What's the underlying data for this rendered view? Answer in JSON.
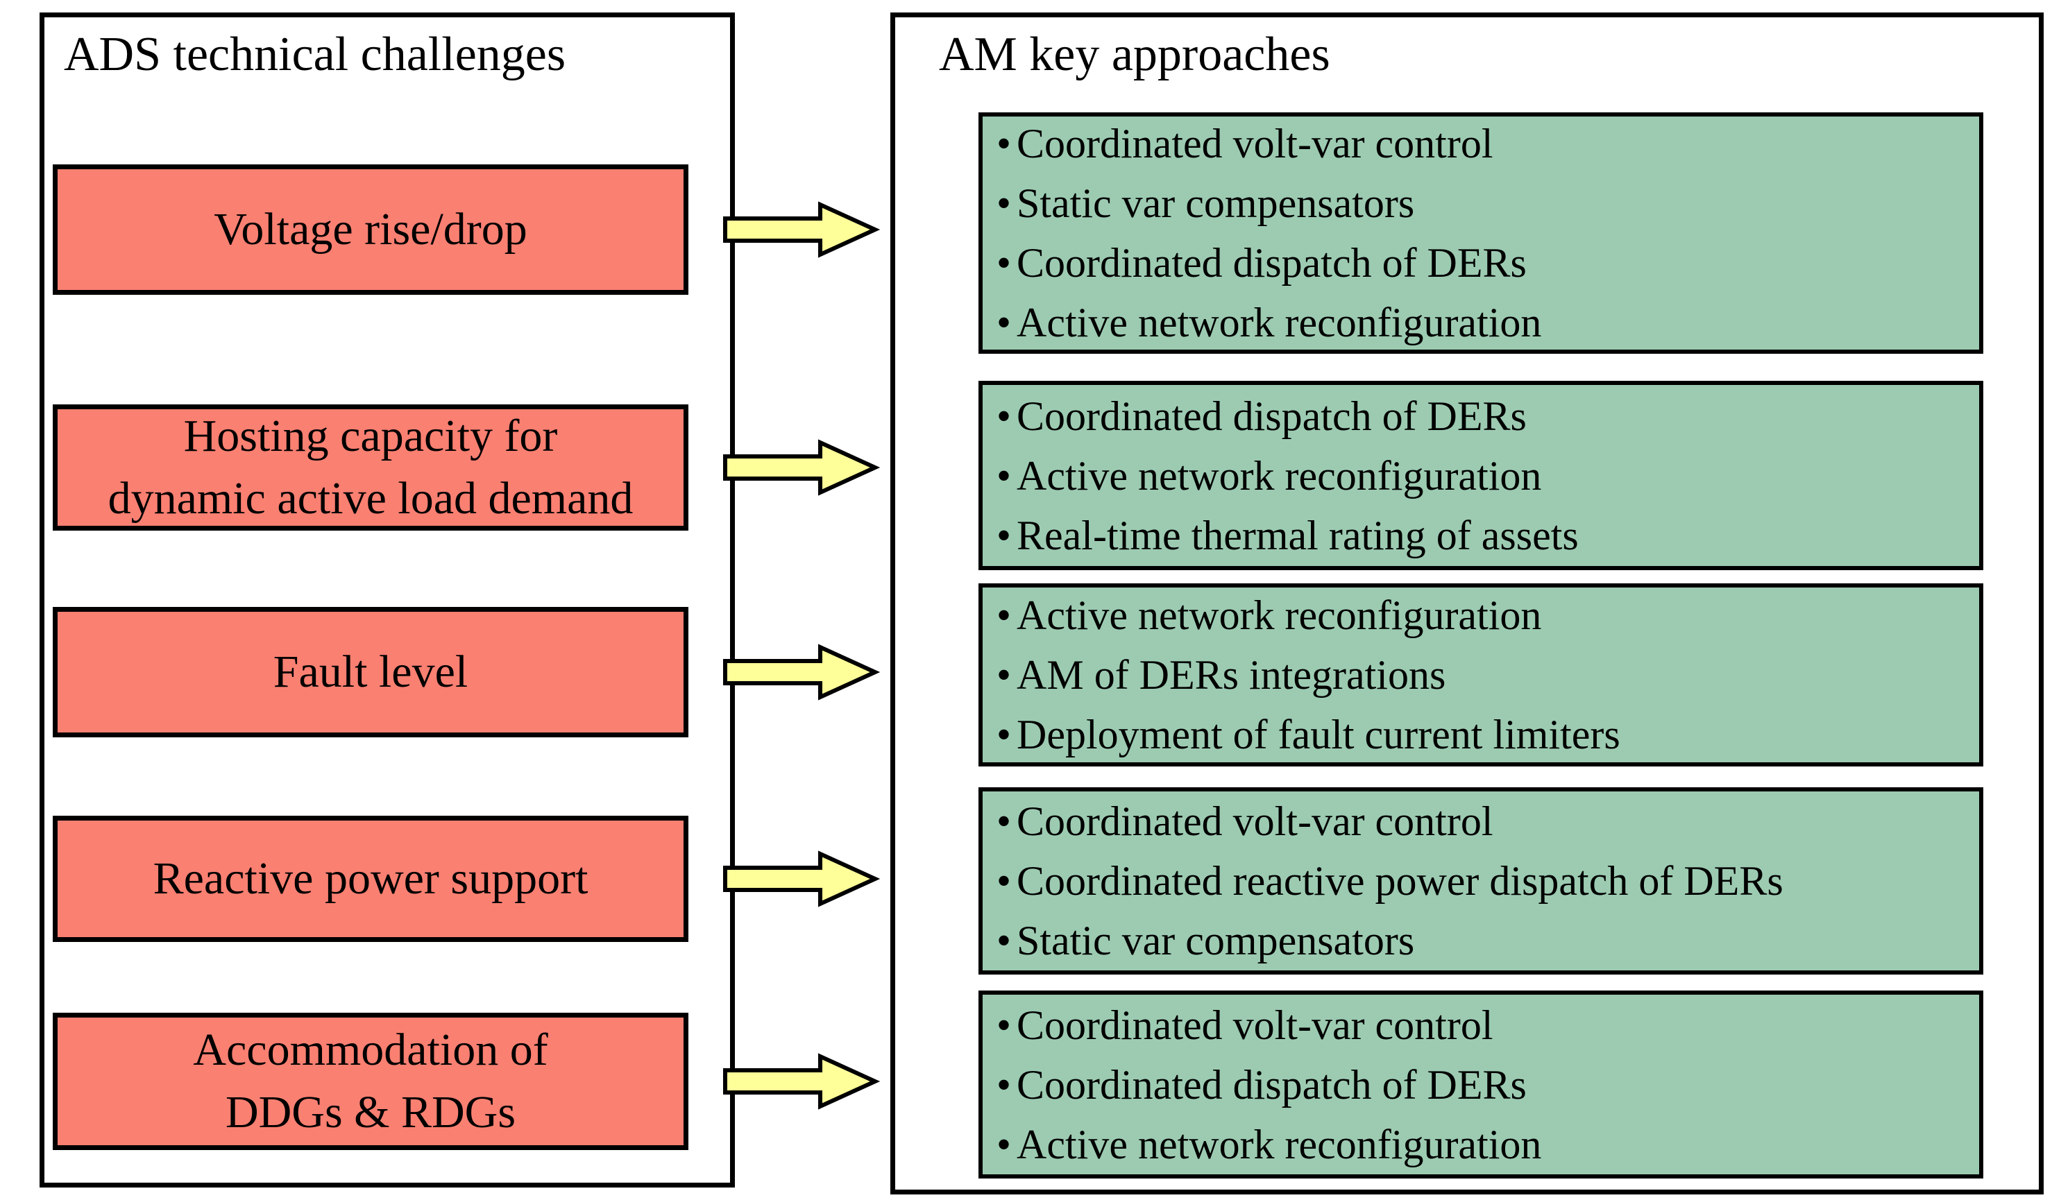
{
  "figure": {
    "left_panel_title": "ADS technical challenges",
    "right_panel_title": "AM key approaches"
  },
  "rows": [
    {
      "challenge_lines": [
        "Voltage rise/drop"
      ],
      "approaches": [
        "Coordinated volt-var control",
        "Static var compensators",
        "Coordinated dispatch of DERs",
        "Active network reconfiguration"
      ]
    },
    {
      "challenge_lines": [
        "Hosting capacity for",
        "dynamic active load demand"
      ],
      "approaches": [
        "Coordinated dispatch of DERs",
        "Active network reconfiguration",
        "Real-time thermal rating of assets"
      ]
    },
    {
      "challenge_lines": [
        "Fault level"
      ],
      "approaches": [
        "Active network reconfiguration",
        "AM of DERs integrations",
        "Deployment of fault current limiters"
      ]
    },
    {
      "challenge_lines": [
        "Reactive power support"
      ],
      "approaches": [
        "Coordinated volt-var control",
        "Coordinated reactive power dispatch of DERs",
        "Static var compensators"
      ]
    },
    {
      "challenge_lines": [
        "Accommodation of",
        "DDGs & RDGs"
      ],
      "approaches": [
        "Coordinated volt-var control",
        "Coordinated dispatch of DERs",
        "Active network reconfiguration"
      ]
    }
  ],
  "colors": {
    "challenge_fill": "#FA8072",
    "approach_fill": "#9CCBB1",
    "arrow_fill": "#FFFF99",
    "line": "#000000",
    "text": "#000000",
    "background": "#FFFFFF"
  }
}
